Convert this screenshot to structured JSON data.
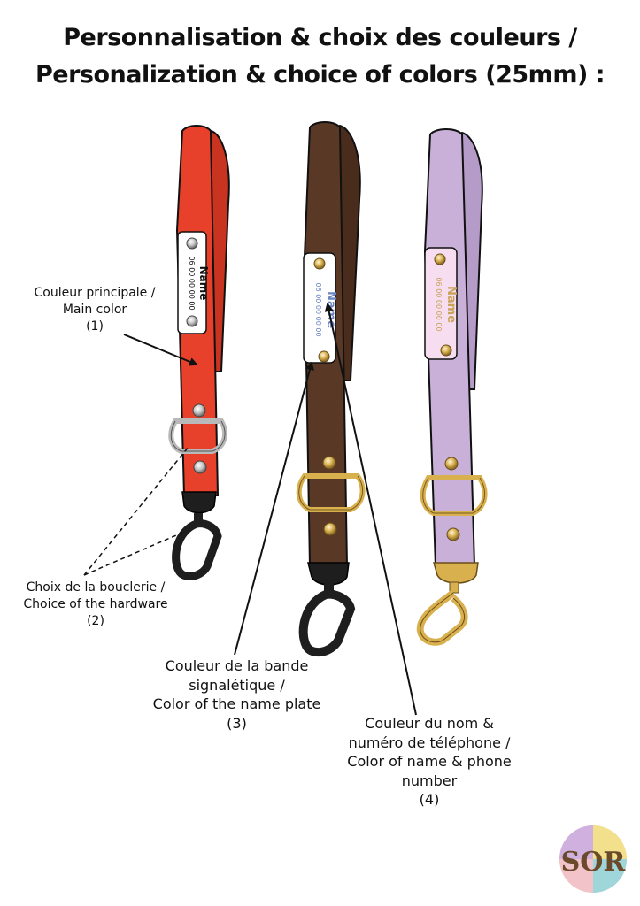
{
  "title": {
    "line1": "Personnalisation & choix des couleurs /",
    "line2": "Personalization & choice of colors (25mm) :"
  },
  "labels": [
    {
      "lines": [
        "Couleur principale /",
        "Main color",
        "(1)"
      ]
    },
    {
      "lines": [
        "Choix de la bouclerie /",
        "Choice of the hardware",
        "(2)"
      ]
    },
    {
      "lines": [
        "Couleur de la bande",
        "signalétique /",
        "Color of the name plate",
        "(3)"
      ]
    },
    {
      "lines": [
        "Couleur du nom &",
        "numéro de téléphone /",
        "Color of name & phone",
        "number",
        "(4)"
      ]
    }
  ],
  "plate": {
    "name": "Name",
    "phone": "06 00 00 00 00"
  },
  "logo": {
    "text": "SOR"
  },
  "colors": {
    "red_strap": "#e8412b",
    "brown_strap": "#5a3826",
    "lilac_strap": "#c8b0d8",
    "plate_white": "#ffffff",
    "plate_pink": "#f6ddf0",
    "text_black": "#111111",
    "text_blue": "#6c86c4",
    "text_gold": "#c9a35a",
    "hardware_black": "#1e1e1e",
    "hardware_gold": "#d8b04e",
    "hardware_silver": "#c8c8c8"
  }
}
